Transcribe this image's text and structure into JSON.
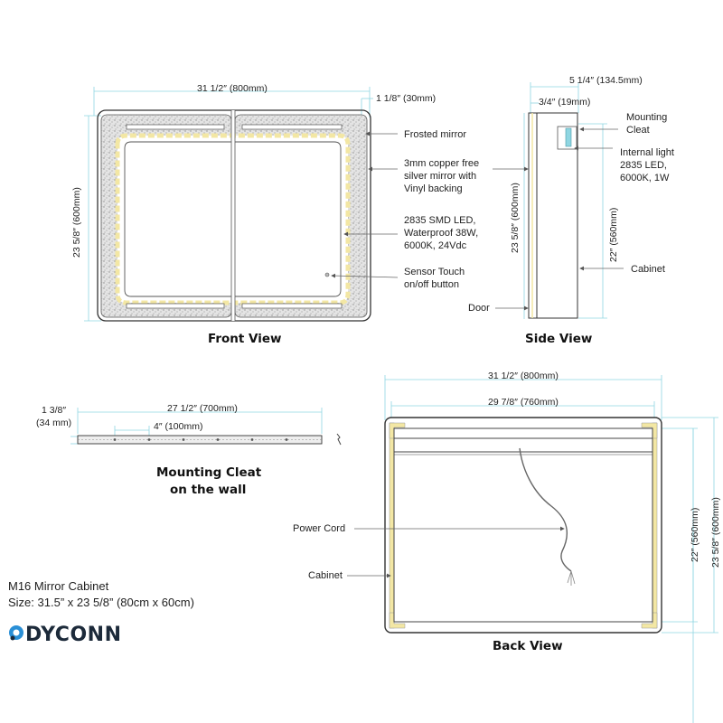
{
  "views": {
    "front": {
      "title": "Front View",
      "width_dim": "31 1/2″ (800mm)",
      "height_dim": "23 5/8″ (600mm)",
      "frost_dim": "1 1/8″ (30mm)",
      "callouts": [
        "Frosted mirror",
        "3mm copper free",
        "silver mirror with",
        "Vinyl backing",
        "2835 SMD LED,",
        "Waterproof 38W,",
        "6000K, 24Vdc",
        "Sensor Touch",
        "on/off button"
      ]
    },
    "side": {
      "title": "Side View",
      "depth_dim": "5 1/4″ (134.5mm)",
      "door_dim": "3/4″ (19mm)",
      "height_dim": "23 5/8″ (600mm)",
      "cabinet_dim": "22″ (560mm)",
      "callouts": [
        "Mounting",
        "Cleat",
        "Internal light",
        "2835 LED,",
        "6000K, 1W",
        "Cabinet",
        "Door"
      ]
    },
    "cleat": {
      "title_line1": "Mounting Cleat",
      "title_line2": "on the wall",
      "length_dim": "27 1/2″ (700mm)",
      "thick_dim_a": "1 3/8″",
      "thick_dim_b": "(34 mm)",
      "spacing_dim": "4″ (100mm)"
    },
    "back": {
      "title": "Back View",
      "width_dim": "31 1/2″ (800mm)",
      "inner_dim": "29 7/8″ (760mm)",
      "height_dim": "23 5/8″ (600mm)",
      "cabinet_dim": "22″ (560mm)",
      "callouts": [
        "Power Cord",
        "Cabinet"
      ]
    }
  },
  "product": {
    "name": "M16 Mirror Cabinet",
    "size": "Size: 31.5” x 23 5/8” (80cm x 60cm)",
    "brand": "DYCONN",
    "logo_icon": "dyconn-logo-icon"
  },
  "colors": {
    "dimension": "#8fd6e2",
    "led": "#f3e7a4",
    "frost": "#cfcfcf",
    "line": "#333333"
  }
}
